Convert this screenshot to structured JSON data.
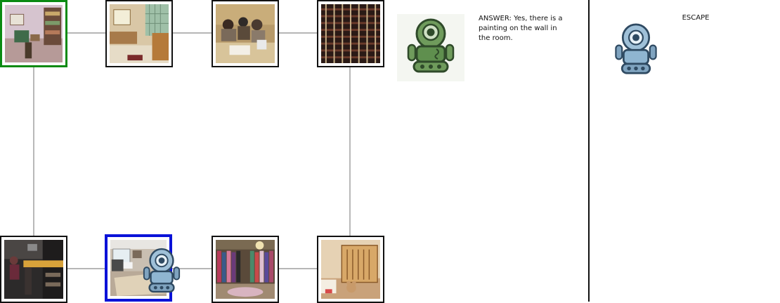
{
  "rooms": [
    {
      "id": "living-room",
      "role": "start"
    },
    {
      "id": "kitchen"
    },
    {
      "id": "classroom"
    },
    {
      "id": "wine-cellar"
    },
    {
      "id": "studio"
    },
    {
      "id": "office",
      "role": "current"
    },
    {
      "id": "closet"
    },
    {
      "id": "nursery"
    }
  ],
  "answer": {
    "prefix": "ANSWER:",
    "text": "Yes, there is a painting on the wall in the room."
  },
  "escape": {
    "label": "ESCAPE"
  },
  "colors": {
    "start_border": "#0a8a12",
    "current_border": "#0a12d8",
    "edge": "#8a8a8a",
    "robot_green": "#5f8f4e",
    "robot_blue": "#8fb5d1"
  },
  "icons": {
    "answer_agent": "green-robot-icon",
    "current_agent": "blue-robot-icon",
    "escape_agent": "blue-robot-icon"
  }
}
